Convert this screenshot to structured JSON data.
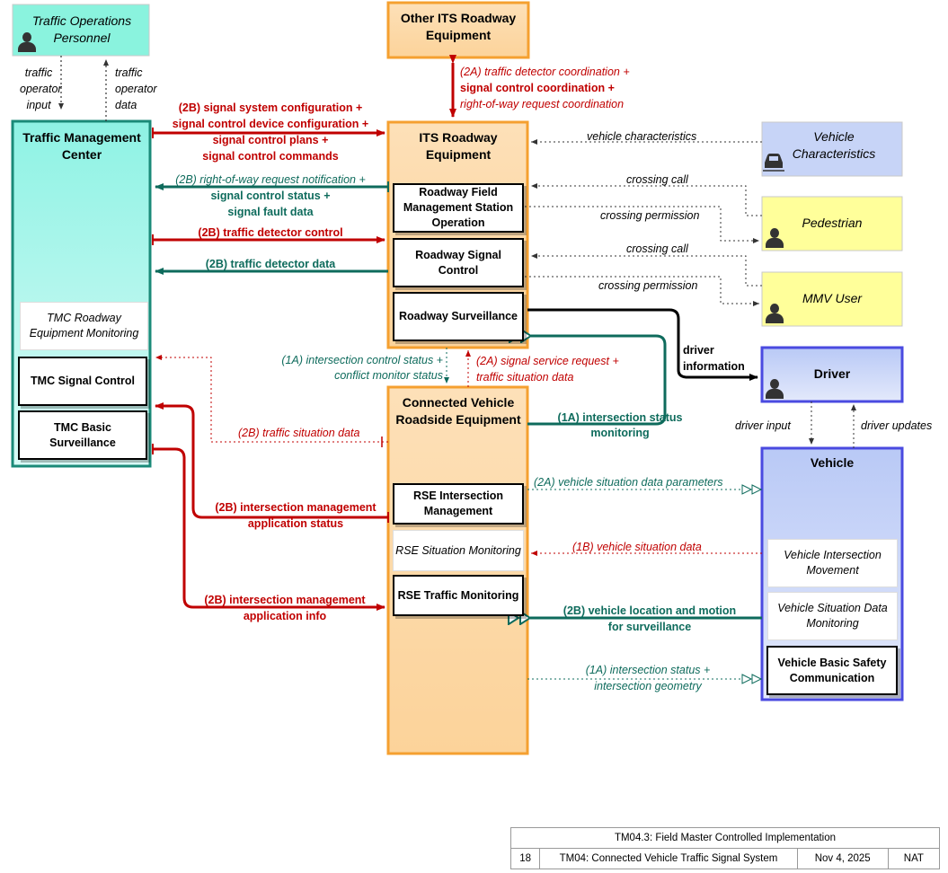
{
  "nodes": {
    "traffic_ops": "Traffic Operations Personnel",
    "other_its": "Other ITS Roadway Equipment",
    "tmc": "Traffic Management Center",
    "its_roadway": "ITS Roadway Equipment",
    "vehicle_char": "Vehicle Characteristics",
    "pedestrian": "Pedestrian",
    "mmv_user": "MMV User",
    "driver": "Driver",
    "vehicle": "Vehicle",
    "cv_rse": "Connected Vehicle Roadside Equipment"
  },
  "subs": {
    "tmc_roadway_mon": "TMC Roadway Equipment Monitoring",
    "tmc_signal": "TMC Signal Control",
    "tmc_basic_surv": "TMC Basic Surveillance",
    "rfms_op": "Roadway Field Management Station Operation",
    "roadway_signal": "Roadway Signal Control",
    "roadway_surv": "Roadway Surveillance",
    "rse_intersection": "RSE Intersection Management",
    "rse_situation": "RSE Situation Monitoring",
    "rse_traffic": "RSE Traffic Monitoring",
    "veh_intersection": "Vehicle Intersection Movement",
    "veh_situation": "Vehicle Situation Data Monitoring",
    "veh_basic_safety": "Vehicle Basic Safety Communication"
  },
  "flows": {
    "op_input": "traffic operator input",
    "op_data": "traffic operator data",
    "f2a_coord_1": "(2A) traffic detector coordination +",
    "f2a_coord_2": "signal control coordination +",
    "f2a_coord_3": "right-of-way request coordination",
    "f2b_cfg_1": "(2B) signal system configuration +",
    "f2b_cfg_2": "signal control device configuration +",
    "f2b_cfg_3": "signal control plans +",
    "f2b_cfg_4": "signal control commands",
    "f2b_row_1": "(2B) right-of-way request notification +",
    "f2b_row_2": "signal control status +",
    "f2b_row_3": "signal fault data",
    "f2b_det_ctrl": "(2B) traffic detector control",
    "f2b_det_data": "(2B) traffic detector data",
    "veh_char": "vehicle characteristics",
    "crossing_call_1": "crossing call",
    "crossing_perm_1": "crossing permission",
    "crossing_call_2": "crossing call",
    "crossing_perm_2": "crossing permission",
    "driver_info_1": "driver",
    "driver_info_2": "information",
    "driver_input": "driver input",
    "driver_updates": "driver updates",
    "f1a_ics_1": "(1A) intersection control status +",
    "f1a_ics_2": "conflict monitor status",
    "f2a_ssr_1": "(2A) signal service request +",
    "f2a_ssr_2": "traffic situation data",
    "f1a_ism_1": "(1A) intersection status",
    "f1a_ism_2": "monitoring",
    "f2b_tsd": "(2B) traffic situation data",
    "f2a_vsdp": "(2A) vehicle situation data parameters",
    "f1b_vsd": "(1B) vehicle situation data",
    "f2b_ima_1": "(2B) intersection management",
    "f2b_ima_2": "application status",
    "f2b_imi_1": "(2B) intersection management",
    "f2b_imi_2": "application info",
    "f2b_vlm_1": "(2B) vehicle location and motion",
    "f2b_vlm_2": "for surveillance",
    "f1a_isg_1": "(1A) intersection status +",
    "f1a_isg_2": "intersection geometry"
  },
  "title_block": {
    "title": "TM04.3: Field Master Controlled Implementation",
    "page": "18",
    "doc": "TM04: Connected Vehicle Traffic Signal System",
    "date": "Nov 4, 2025",
    "author": "NAT"
  },
  "icons": [
    "person-icon",
    "car-icon"
  ],
  "colors": {
    "red_flow": "#c00000",
    "teal_flow": "#0e6b5c",
    "orange_fill": "#fdd9a8",
    "orange_border": "#f5a030",
    "tmc_fill": "#7fe8dc",
    "tmc_border": "#1a8a78",
    "blue_fill": "#c7d4f7",
    "blue_border": "#4a4ae0",
    "yellow_fill": "#ffff9a",
    "aqua_fill": "#8af3de"
  }
}
